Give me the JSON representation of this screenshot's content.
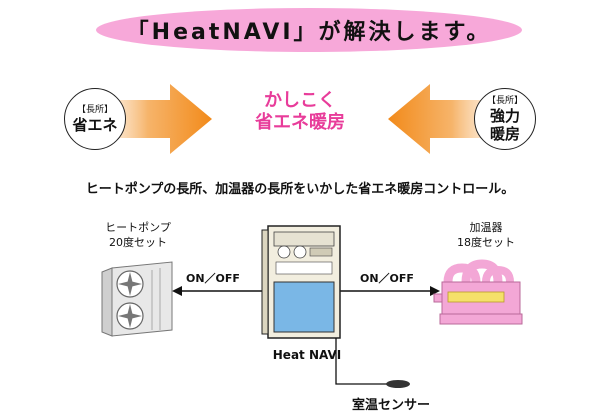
{
  "banner": {
    "text": "「HeatNAVI」が解決します。"
  },
  "left_badge": {
    "tag": "【長所】",
    "lines": [
      "省エネ"
    ]
  },
  "right_badge": {
    "tag": "【長所】",
    "lines": [
      "強力",
      "暖房"
    ]
  },
  "center_title": {
    "line1": "かしこく",
    "line2": "省エネ暖房"
  },
  "description": "ヒートポンプの長所、加温器の長所をいかした省エネ暖房コントロール。",
  "heat_pump": {
    "name": "ヒートポンプ",
    "setting": "20度セット"
  },
  "heater": {
    "name": "加温器",
    "setting": "18度セット"
  },
  "onoff_left": "ON／OFF",
  "onoff_right": "ON／OFF",
  "controller": {
    "label": "Heat NAVI"
  },
  "sensor": {
    "label": "室温センサー"
  },
  "colors": {
    "banner": "#f7a8d9",
    "accent": "#e83c9a",
    "arrow": "#f39a2e",
    "heater": "#f3a7d6",
    "panel": "#7ab7e6"
  }
}
